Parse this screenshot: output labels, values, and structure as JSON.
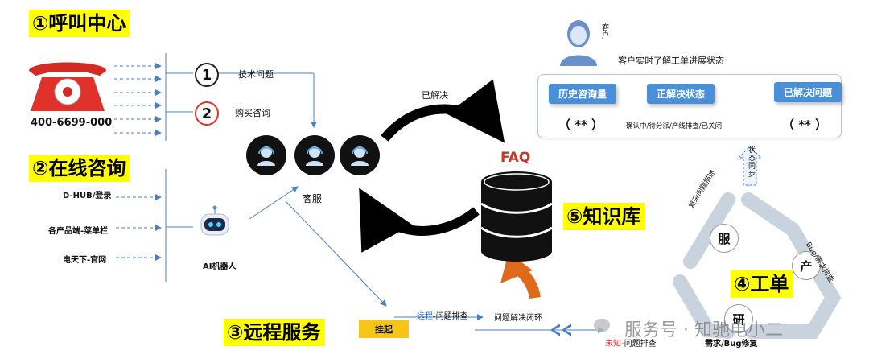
{
  "sections": {
    "call_center": "①呼叫中心",
    "online": "②在线咨询",
    "remote": "③远程服务",
    "ticket": "④工单",
    "kb": "⑤知识库"
  },
  "phone_number": "400-6699-000",
  "call_options": [
    {
      "num": "1",
      "label": "技术问题"
    },
    {
      "num": "2",
      "label": "购买咨询"
    }
  ],
  "online_channels": [
    "D-HUB/登录",
    "各产品端-菜单栏",
    "电天下-官网"
  ],
  "ai_label": "AI机器人",
  "kefu_label": "客服",
  "resolved_label": "已解决",
  "faq_label": "FAQ",
  "customer": {
    "label": "客户",
    "caption": "客户实时了解工单进展状态"
  },
  "status_panel": {
    "items": [
      {
        "title": "历史咨询量",
        "value": "（ ** ）"
      },
      {
        "title": "正解决状态",
        "value": "确认中/待分派/产线排查/已关闭"
      },
      {
        "title": "已解决问题",
        "value": "（ ** ）"
      }
    ]
  },
  "sync_label": "状态同步",
  "cycle": {
    "nodes": [
      "服",
      "产",
      "研"
    ],
    "labels": [
      "复杂问题描述",
      "Bug/需求排查",
      "需求/Bug修复"
    ]
  },
  "remote_flow": {
    "hangup": "挂起",
    "remote_prefix": "远程",
    "remote_suffix": "-问题排查",
    "loop": "问题解决闭环",
    "unknown_prefix": "未知",
    "unknown_suffix": "-问题排查"
  },
  "watermark": "服务号 · 知驰电小二",
  "colors": {
    "highlight": "#ffff00",
    "accent": "#4a90d9",
    "arrow_orange": "#e06a1b",
    "red": "#e0312a"
  }
}
